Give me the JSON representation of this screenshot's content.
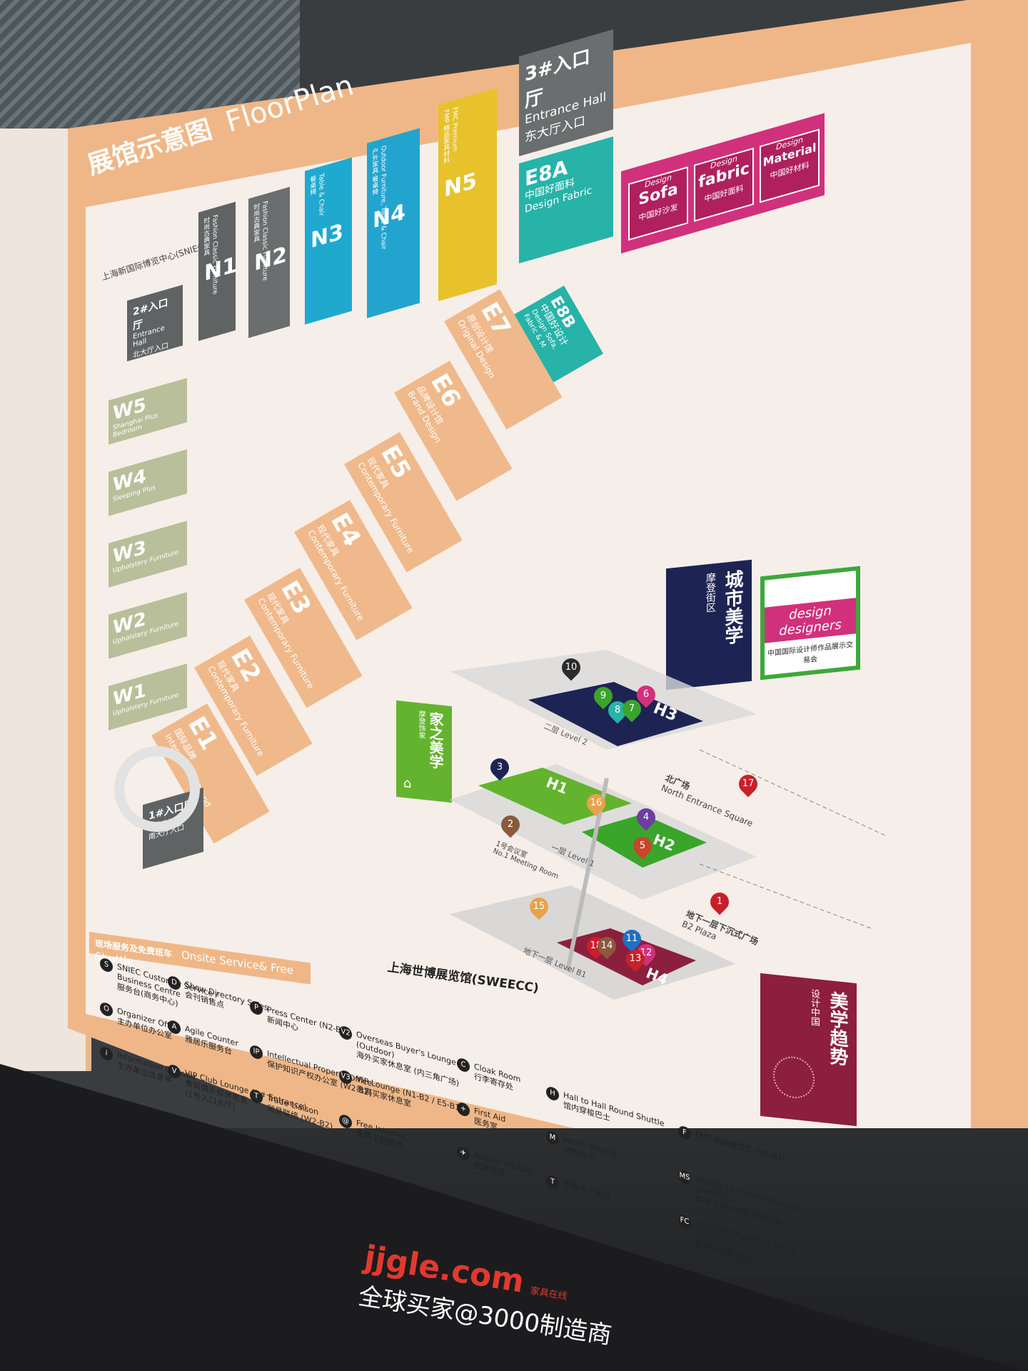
{
  "title": {
    "cn": "展馆示意图",
    "en": "FloorPlan"
  },
  "sniec_label": "上海新国际博览中心(SNIEC)",
  "sweecc_label": "上海世博展览馆(SWEECC)",
  "colors": {
    "board": "#efb787",
    "paper": "#f6eee8",
    "teal": "#27b3a8",
    "cyan": "#1fa9cf",
    "yellow": "#e7c22b",
    "grey": "#5f6363",
    "magenta": "#d1317c",
    "green": "#64b32e",
    "navy": "#1d2453",
    "maroon": "#8c1f3d"
  },
  "entrances": {
    "e3": {
      "num": "3#入口厅",
      "en": "Entrance Hall",
      "cn": "东大厅入口"
    },
    "e2": {
      "num": "2#入口厅",
      "en": "Entrance Hall",
      "cn": "北大厅入口"
    },
    "e1": {
      "num": "1#入口厅",
      "en": "Entrance H",
      "cn": "南大厅入口"
    }
  },
  "north_halls": [
    {
      "code": "N1",
      "cn": "时尚古典家具",
      "en": "Fashion Classic Furniture",
      "color": "#5f6363"
    },
    {
      "code": "N2",
      "cn": "时尚古典家具",
      "en": "Fashion Classic Furniture",
      "color": "#6b6e6e"
    },
    {
      "code": "N3",
      "cn": "餐桌椅",
      "en": "Table & Chair",
      "color": "#1fa9cf"
    },
    {
      "code": "N4",
      "cn": "户外家具·餐桌椅",
      "en": "Outdoor Furniture, Table & Chair",
      "color": "#23a4cf"
    },
    {
      "code": "N5",
      "cn": "FMP 精品家具材料",
      "en": "FMC Premium",
      "color": "#e7c22b"
    }
  ],
  "e8a": {
    "code": "E8A",
    "cn": "中国好面料",
    "en": "Design Fabric"
  },
  "e8b": {
    "code": "E8B",
    "cn": "中国好设计",
    "en": "Design Sofa, Fabric & M"
  },
  "east_halls": [
    {
      "code": "E7",
      "cn": "原创设计馆",
      "en": "Original Design"
    },
    {
      "code": "E6",
      "cn": "品牌设计馆",
      "en": "Brand Design"
    },
    {
      "code": "E5",
      "cn": "现代家具",
      "en": "Contemporary Furniture"
    },
    {
      "code": "E4",
      "cn": "现代家具",
      "en": "Contemporary Furniture"
    },
    {
      "code": "E3",
      "cn": "现代家具",
      "en": "Contemporary Furniture"
    },
    {
      "code": "E2",
      "cn": "现代家具",
      "en": "Contemporary Furniture"
    },
    {
      "code": "E1",
      "cn": "国际品牌",
      "en": "International Brand"
    }
  ],
  "west_halls": [
    {
      "code": "W5",
      "sub": "Shanghai Plus Bedroom"
    },
    {
      "code": "W4",
      "sub": "Sleeping Plus"
    },
    {
      "code": "W3",
      "sub": "Upholstery Furniture"
    },
    {
      "code": "W2",
      "sub": "Upholstery Furniture"
    },
    {
      "code": "W1",
      "sub": "Upholstery Furniture"
    }
  ],
  "promos": [
    {
      "big": "Sofa",
      "small": "中国好沙发"
    },
    {
      "big": "fabric",
      "small": "中国好面料"
    },
    {
      "big": "Material",
      "small": "中国好材料"
    }
  ],
  "promo_prefix": "Design",
  "city_beauty": {
    "title": "城市美学",
    "sub": "摩登街区"
  },
  "design_designers": {
    "title": "design designers",
    "sub": "中国国际设计师作品展示交易会"
  },
  "home_beauty": {
    "title": "家之美学",
    "sub": "摩登饰家"
  },
  "trend": {
    "title": "美学趋势",
    "sub": "设计中国"
  },
  "sweecc": {
    "levels": [
      "二层 Level 2",
      "一层 Level 1",
      "地下一层 Level B1"
    ],
    "halls": [
      "H3",
      "H1",
      "H2",
      "H4"
    ],
    "north_square": {
      "en": "North Entrance Square",
      "cn": "北广场"
    },
    "b2_plaza": {
      "en": "B2 Plaza",
      "cn": "地下一层下沉式广场"
    },
    "meeting_room": {
      "en": "No.1 Meeting Room",
      "cn": "1号会议室"
    },
    "pins": [
      "10",
      "9",
      "8",
      "7",
      "6",
      "3",
      "16",
      "4",
      "2",
      "5",
      "17",
      "1",
      "15",
      "18",
      "14",
      "11",
      "12",
      "13"
    ]
  },
  "service_title": {
    "cn": "现场服务及免费班车",
    "en": "Onsite Service& Free Shuttle"
  },
  "legend": [
    {
      "icon": "S",
      "text": "SNIEC Customer Service /\nBusiness Centre\n服务台(商务中心)"
    },
    {
      "icon": "O",
      "text": "Organizer Office\n主办单位办公室"
    },
    {
      "icon": "i",
      "text": "Information Counter\n主办单位信息亭"
    },
    {
      "icon": "D",
      "text": "Show Directory Sales\n会刊销售点"
    },
    {
      "icon": "A",
      "text": "Agile Counter\n雅居乐服务台"
    },
    {
      "icon": "V",
      "text": "VIP Club Lounge (1# Entrance)\n贵宾俱乐部休息室\n(1号入口大厅)"
    },
    {
      "icon": "P",
      "text": "Press Center (N2-B1)\n新闻中心"
    },
    {
      "icon": "IP",
      "text": "Intellectual Property Office\n保护知识产权办公室 (W2-B2)"
    },
    {
      "icon": "T",
      "text": "Trade Liaison\n贸易联络 (W2-B2)"
    },
    {
      "icon": "V2",
      "text": "Overseas Buyer's Lounge\n(Outdoor)\n海外买家休息室 (内三角广场)"
    },
    {
      "icon": "V3",
      "text": "VIP Lounge (N1-B2 / E5-B1)\n贵宾买家休息室"
    },
    {
      "icon": "@",
      "text": "Free Internet\n免费上网服务"
    },
    {
      "icon": "C",
      "text": "Cloak Room\n行李寄存处"
    },
    {
      "icon": "+",
      "text": "First Aid\n医务室"
    },
    {
      "icon": "✈",
      "text": "Airport Shuttle\n机场班车"
    },
    {
      "icon": "H",
      "text": "Hall to Hall Round Shuttle\n馆内穿梭巴士"
    },
    {
      "icon": "M",
      "text": "Metro Shuttle\n地铁班车"
    },
    {
      "icon": "T",
      "text": "出租车上客点"
    },
    {
      "icon": "F",
      "text": "FMP 精品餐饮区 (N5-B1)"
    },
    {
      "icon": "MS",
      "text": "Shuttle to Maison Shanghai\n(SWEECC)\n摩登上海时尚家居展班车"
    },
    {
      "icon": "FC",
      "text": "Shuttle to Furniture China\n(SNIEC)\n新国际免费班车"
    }
  ],
  "footer": {
    "brand": "jjgle.com",
    "tag": "家具在线",
    "slogan": "全球买家@3000制造商"
  }
}
